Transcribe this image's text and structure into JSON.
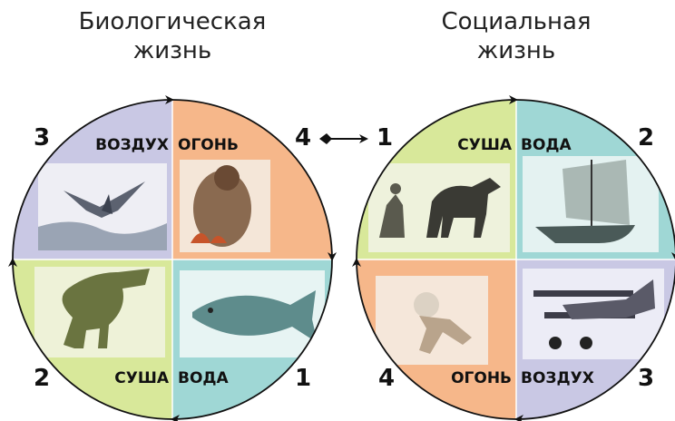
{
  "left": {
    "title_line1": "Биологическая",
    "title_line2": "жизнь",
    "quadrants": {
      "top_left": {
        "label": "ВОЗДУХ",
        "number": "3",
        "color": "#c9c8e4",
        "icon": "pterodactyl-icon"
      },
      "top_right": {
        "label": "ОГОНЬ",
        "number": "4",
        "color": "#f6b78a",
        "icon": "caveman-fire-icon"
      },
      "bottom_left": {
        "label": "СУША",
        "number": "2",
        "color": "#d8e89a",
        "icon": "dinosaur-icon"
      },
      "bottom_right": {
        "label": "ВОДА",
        "number": "1",
        "color": "#9fd7d5",
        "icon": "fish-icon"
      }
    }
  },
  "right": {
    "title_line1": "Социальная",
    "title_line2": "жизнь",
    "quadrants": {
      "top_left": {
        "label": "СУША",
        "number": "1",
        "color": "#d8e89a",
        "icon": "horse-plough-icon"
      },
      "top_right": {
        "label": "ВОДА",
        "number": "2",
        "color": "#9fd7d5",
        "icon": "sailing-ship-icon"
      },
      "bottom_left": {
        "label": "ОГОНЬ",
        "number": "4",
        "color": "#f6b78a",
        "icon": "astronaut-icon"
      },
      "bottom_right": {
        "label": "ВОЗДУХ",
        "number": "3",
        "color": "#c9c8e4",
        "icon": "biplane-icon"
      }
    }
  },
  "colors": {
    "stroke": "#111111",
    "image_frame": "#f3f1ec"
  }
}
